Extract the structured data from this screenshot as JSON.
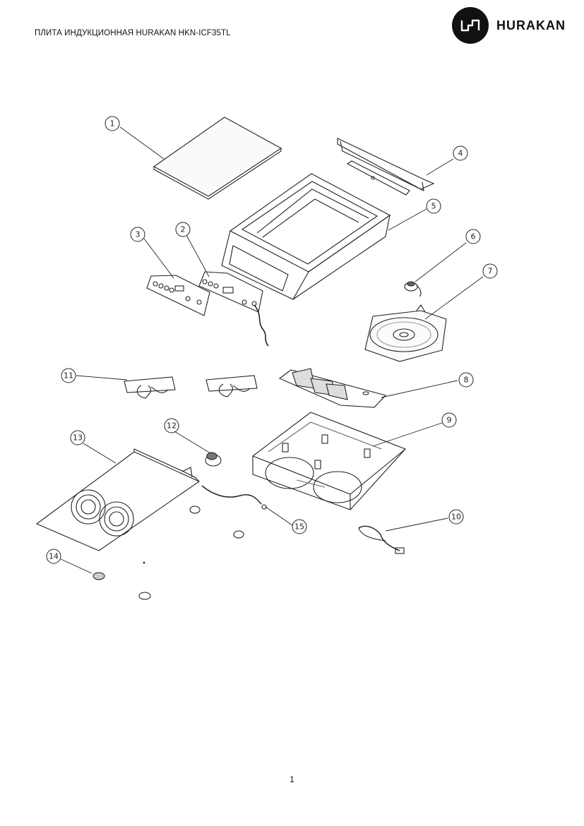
{
  "header": {
    "title": "ПЛИТА ИНДУКЦИОННАЯ HURAKAN HKN-ICF35TL",
    "brand": "HURAKAN",
    "logo_icon": "hurakan-logo-icon"
  },
  "diagram": {
    "callouts": [
      "1",
      "2",
      "3",
      "4",
      "5",
      "6",
      "7",
      "8",
      "9",
      "10",
      "11",
      "12",
      "13",
      "14",
      "15"
    ]
  },
  "footer": {
    "page_number": "1"
  }
}
